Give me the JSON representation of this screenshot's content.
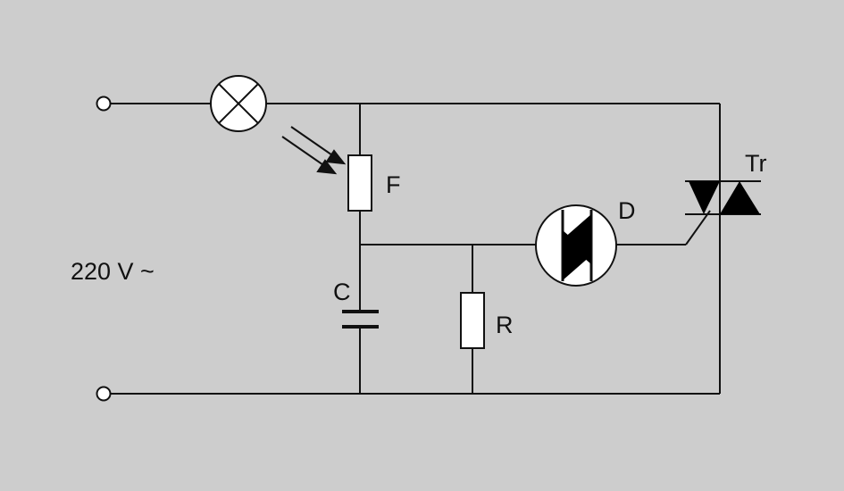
{
  "diagram": {
    "supply_label": "220 V ~",
    "labels": {
      "photoresistor": "F",
      "capacitor": "C",
      "resistor": "R",
      "diac": "D",
      "triac": "Tr"
    },
    "colors": {
      "background": "#cdcdcd",
      "stroke": "#111111",
      "component_fill": "#ffffff",
      "symbol_fill": "#000000"
    }
  }
}
